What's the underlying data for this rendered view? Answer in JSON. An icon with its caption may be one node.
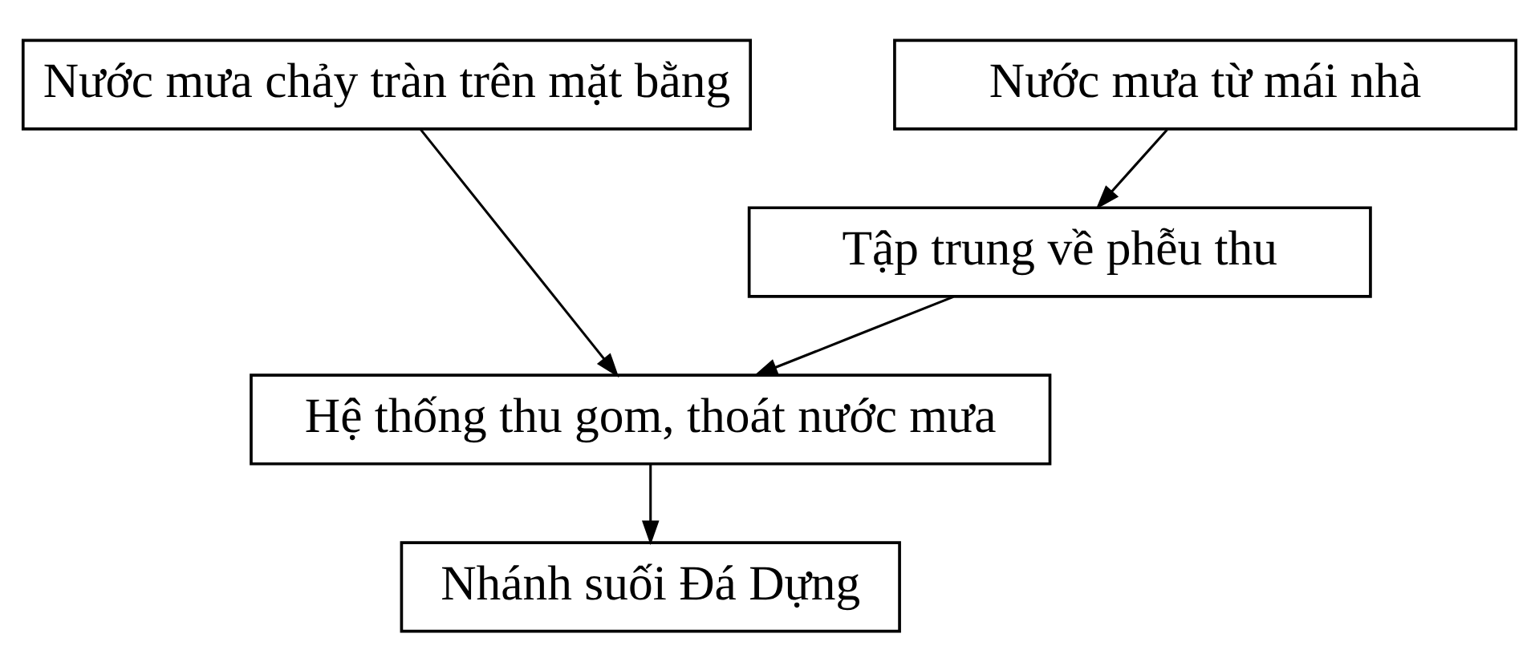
{
  "diagram": {
    "nodes": [
      {
        "text": [
          "Nước mưa chảy tràn trên mặt bằng"
        ]
      },
      {
        "text": [
          "Nước mưa từ mái nhà"
        ]
      },
      {
        "text": [
          "Tập trung về phễu thu"
        ]
      },
      {
        "text": [
          "Hệ thống thu gom, thoát nước mưa"
        ]
      },
      {
        "text": [
          "Nhánh suối Đá Dựng"
        ]
      }
    ],
    "edges": [
      {
        "from": 1,
        "to": 2,
        "arrow": "to"
      },
      {
        "from": 0,
        "to": 3,
        "arrow": "to"
      },
      {
        "from": 2,
        "to": 3,
        "arrow": "to"
      },
      {
        "from": 3,
        "to": 4,
        "arrow": "to"
      }
    ]
  }
}
